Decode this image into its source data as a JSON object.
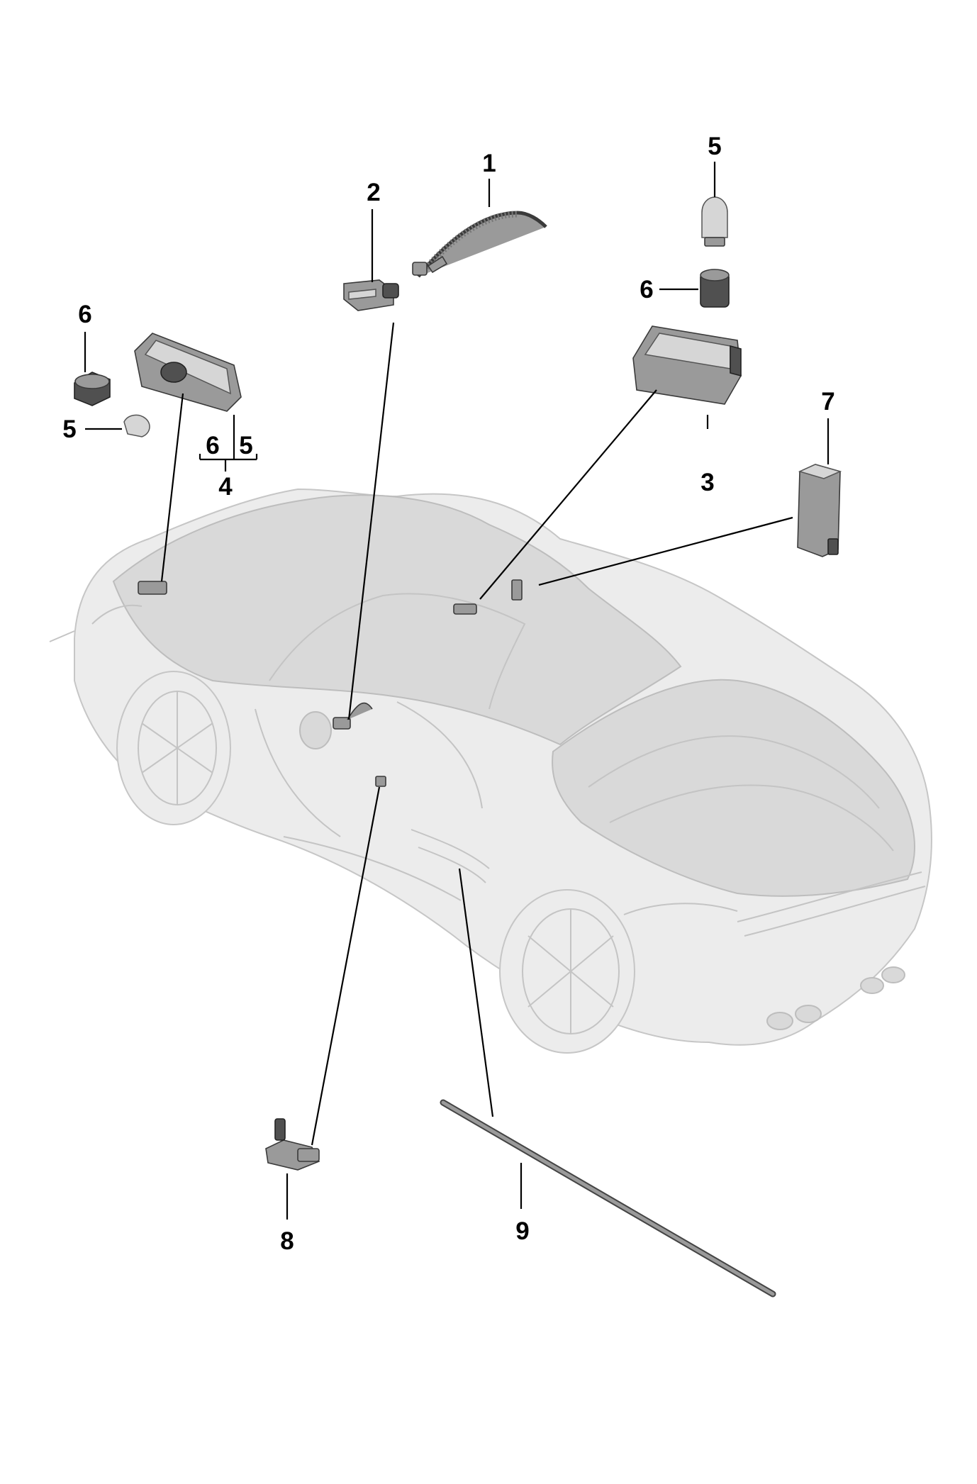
{
  "diagram": {
    "callouts": {
      "c1": "1",
      "c2": "2",
      "c3": "3",
      "c4": "4",
      "c4_sub_a": "6",
      "c4_sub_b": "5",
      "c5_top": "5",
      "c5_left": "5",
      "c6_top": "6",
      "c6_left": "6",
      "c7": "7",
      "c8": "8",
      "c9": "9"
    },
    "parts": [
      {
        "callout": "1",
        "icon": "cable-harness-icon"
      },
      {
        "callout": "2",
        "icon": "connector-icon"
      },
      {
        "callout": "3",
        "icon": "lamp-housing-icon"
      },
      {
        "callout": "4",
        "icon": "lamp-housing-icon"
      },
      {
        "callout": "5",
        "icon": "bulb-icon"
      },
      {
        "callout": "6",
        "icon": "bulb-socket-icon"
      },
      {
        "callout": "7",
        "icon": "control-module-icon"
      },
      {
        "callout": "8",
        "icon": "switch-icon"
      },
      {
        "callout": "9",
        "icon": "rod-icon"
      }
    ]
  }
}
